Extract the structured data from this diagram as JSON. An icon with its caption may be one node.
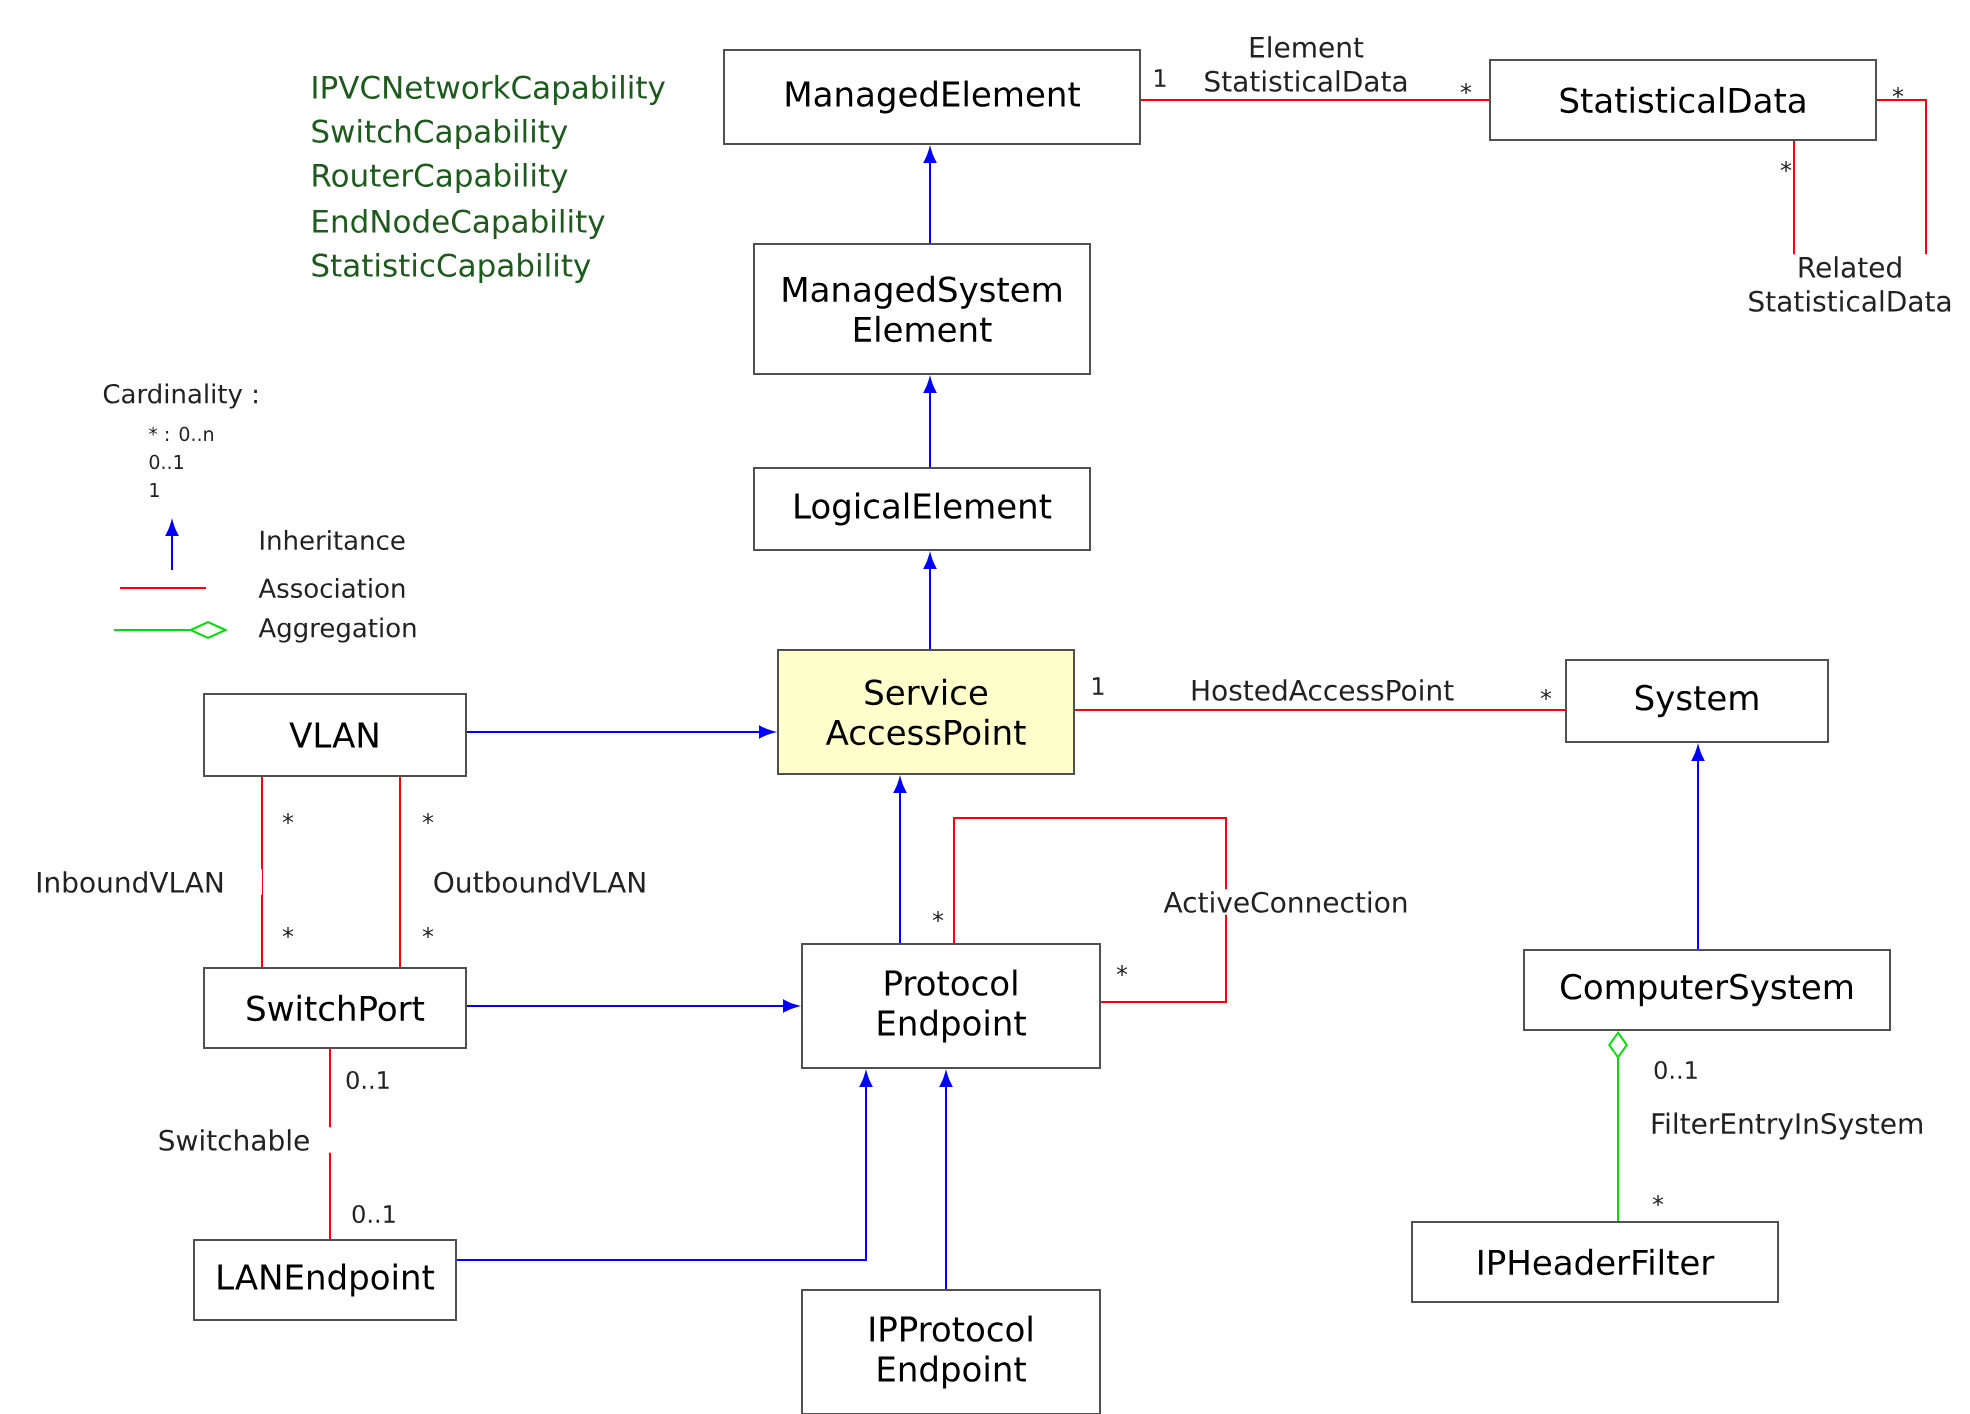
{
  "diagram": {
    "nodes": [
      {
        "text": [
          "ManagedElement"
        ]
      },
      {
        "text": [
          "StatisticalData"
        ]
      },
      {
        "text": [
          "ManagedSystem Element"
        ]
      },
      {
        "text": [
          "LogicalElement"
        ]
      },
      {
        "text": [
          "Service AccessPoint"
        ]
      },
      {
        "text": [
          "System"
        ]
      },
      {
        "text": [
          "VLAN"
        ]
      },
      {
        "text": [
          "SwitchPort"
        ]
      },
      {
        "text": [
          "Protocol Endpoint"
        ]
      },
      {
        "text": [
          "ComputerSystem"
        ]
      },
      {
        "text": [
          "LANEndpoint"
        ]
      },
      {
        "text": [
          "IPProtocol Endpoint"
        ]
      },
      {
        "text": [
          "IPHeaderFilter"
        ]
      }
    ],
    "edges": [
      {
        "from": 0,
        "to": 1,
        "arrow": "none",
        "label": "Element StatisticalData",
        "color": "#ff0000"
      },
      {
        "from": 1,
        "to": 1,
        "arrow": "none",
        "label": "Related StatisticalData",
        "color": "#ff0000"
      },
      {
        "from": 2,
        "to": 0,
        "arrow": "to"
      },
      {
        "from": 3,
        "to": 2,
        "arrow": "to"
      },
      {
        "from": 4,
        "to": 3,
        "arrow": "to"
      },
      {
        "from": 6,
        "to": 4,
        "arrow": "to"
      },
      {
        "from": 4,
        "to": 5,
        "arrow": "none",
        "label": "HostedAccessPoint",
        "color": "#ff0000"
      },
      {
        "from": 8,
        "to": 4,
        "arrow": "to"
      },
      {
        "from": 8,
        "to": 8,
        "arrow": "none",
        "label": "ActiveConnection",
        "color": "#ff0000"
      },
      {
        "from": 6,
        "to": 7,
        "arrow": "none",
        "label": "InboundVLAN",
        "color": "#ff0000"
      },
      {
        "from": 6,
        "to": 7,
        "arrow": "none",
        "label": "OutboundVLAN",
        "color": "#ff0000"
      },
      {
        "from": 7,
        "to": 8,
        "arrow": "to"
      },
      {
        "from": 7,
        "to": 10,
        "arrow": "none",
        "label": "Switchable",
        "color": "#ff0000"
      },
      {
        "from": 10,
        "to": 8,
        "arrow": "to"
      },
      {
        "from": 11,
        "to": 8,
        "arrow": "to"
      },
      {
        "from": 9,
        "to": 5,
        "arrow": "to"
      },
      {
        "from": 12,
        "to": 9,
        "arrow": "other",
        "label": "FilterEntryInSystem",
        "color": "#00dd00"
      }
    ],
    "labels": [
      "IPVCNetworkCapability",
      "SwitchCapability",
      "RouterCapability",
      "EndNodeCapability",
      "StatisticCapability",
      "1",
      "*",
      "*",
      "*",
      "Cardinality :",
      "* :  0..n",
      "0..1",
      "1",
      "1",
      "*",
      "*",
      "*",
      "*",
      "*",
      "*",
      "*",
      "0..1",
      "0..1",
      "0..1",
      "*"
    ],
    "legend": [
      {
        "text": "Inheritance"
      },
      {
        "text": "Association"
      },
      {
        "text": "Aggregation"
      }
    ]
  }
}
